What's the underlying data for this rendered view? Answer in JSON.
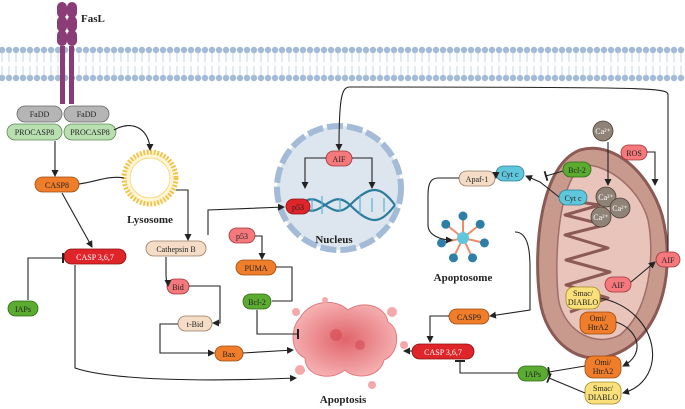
{
  "labels": {
    "fasl": "FasL",
    "fadd1": "FaDD",
    "fadd2": "FaDD",
    "procasp8_1": "PROCASP8",
    "procasp8_2": "PROCASP8",
    "casp8": "CASP8",
    "casp367_left": "CASP 3,6,7",
    "iaps_left": "IAPs",
    "lysosome": "Lysosome",
    "cathepsin_b": "Cathepsin B",
    "bid": "Bid",
    "tbid": "t-Bid",
    "bax": "Bax",
    "p53_cyto": "p53",
    "puma": "PUMA",
    "bcl2_mid": "Bcl-2",
    "aif_nucleus": "AIF",
    "p53_nucleus": "p53",
    "nucleus": "Nucleus",
    "apaf1": "Apaf-1",
    "cytc_1": "Cyt c",
    "cytc_2": "Cyt c",
    "bcl2_mito": "Bcl-2",
    "ca_1": "Ca²⁺",
    "ca_2": "Ca²⁺",
    "ca_3": "Ca²⁺",
    "ca_4": "Ca²⁺",
    "ros": "ROS",
    "aif_mito": "AIF",
    "aif_right": "AIF",
    "smac_1_a": "Smac/",
    "smac_1_b": "DIABLO",
    "omi_1_a": "Omi/",
    "omi_1_b": "HtrA2",
    "apoptosome": "Apoptosome",
    "casp9": "CASP9",
    "casp367_center": "CASP 3,6,7",
    "iaps_right": "IAPs",
    "omi_2_a": "Omi/",
    "omi_2_b": "HtrA2",
    "smac_2_a": "Smac/",
    "smac_2_b": "DIABLO",
    "apoptosis": "Apoptosis"
  },
  "colors": {
    "orange": "#ef7d2a",
    "red": "#e0252a",
    "green": "#5aab2f",
    "gray": "#b5b5b5",
    "light_green": "#b9dfb1",
    "peach": "#f4dcc6",
    "light_red": "#f4787c",
    "cyan": "#5fc6dc",
    "yellow": "#f9e07a",
    "mito_brown": "#c89a8e",
    "mito_dark": "#8c5a55",
    "membrane_blue": "#a3bbd6",
    "receptor_purple": "#8a3c77",
    "nucleus_fill": "#dde6ef",
    "apoptosis_pink": "#f4a8aa"
  }
}
